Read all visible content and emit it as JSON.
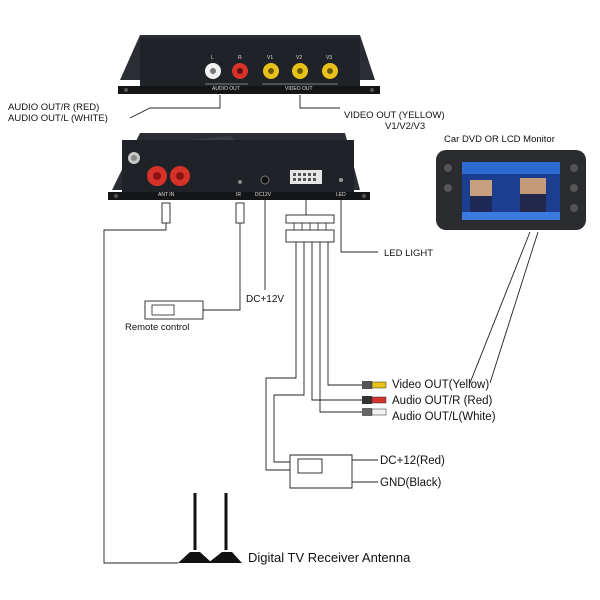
{
  "top_device": {
    "jack_labels": [
      "L",
      "R",
      "V1",
      "V2",
      "V3"
    ],
    "audio_out_label": "AUDIO OUT",
    "video_out_label": "VIDEO OUT"
  },
  "main_device": {
    "ant_in_label": "ANT IN",
    "ir_label": "IR",
    "dc12v_label": "DC12V",
    "led_label": "LED"
  },
  "monitor": {
    "title": "Car DVD OR LCD Monitor"
  },
  "labels": {
    "audio_out_r_top": "AUDIO OUT/R  (RED)",
    "audio_out_l_top": "AUDIO OUT/L  (WHITE)",
    "video_out_top": "VIDEO OUT  (YELLOW)",
    "video_channels": "V1/V2/V3",
    "led_light": "LED LIGHT",
    "dc12v": "DC+12V",
    "remote_control": "Remote control",
    "video_out": "Video OUT(Yellow)",
    "audio_out_r": "Audio OUT/R (Red)",
    "audio_out_l": "Audio OUT/L(White)",
    "dc12_red": "DC+12(Red)",
    "gnd_black": "GND(Black)",
    "antenna": "Digital TV Receiver Antenna"
  },
  "colors": {
    "device_body": "#1f2226",
    "red_jack": "#d6322a",
    "yellow_jack": "#e8c21a",
    "white_jack": "#f2f2f2",
    "wire": "#222222"
  },
  "icons": [
    "rca-jack-icon",
    "antenna-icon",
    "monitor-icon",
    "remote-receiver-icon",
    "power-box-icon",
    "connector-plug-icon"
  ]
}
